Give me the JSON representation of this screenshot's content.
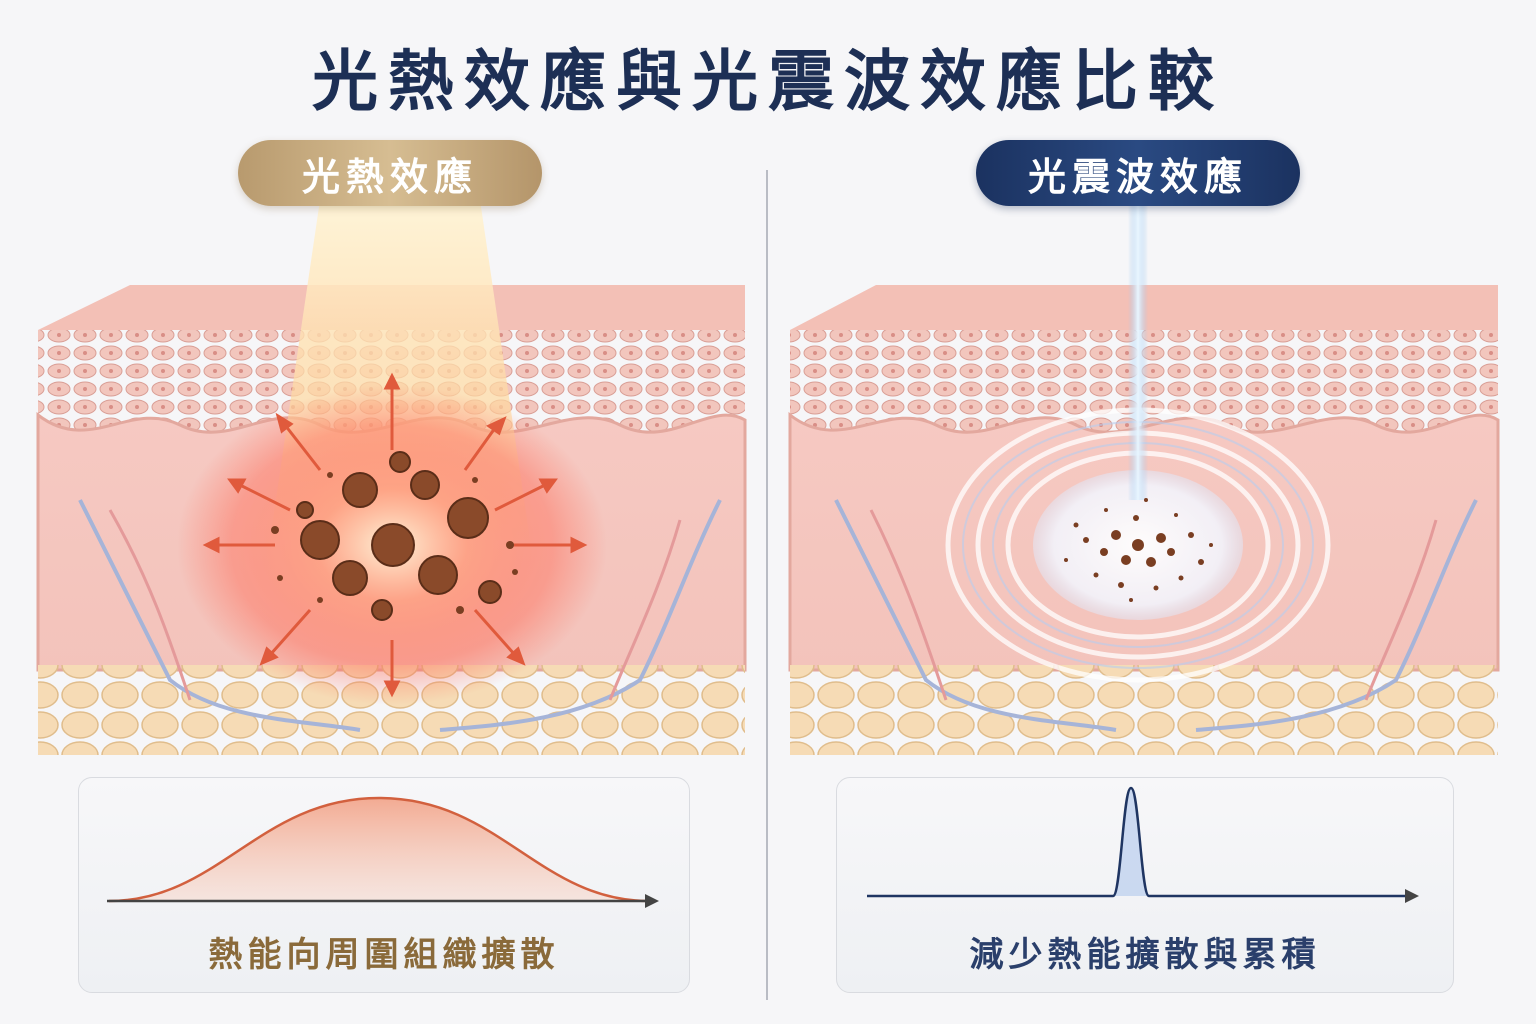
{
  "title": "光熱效應與光震波效應比較",
  "left_panel": {
    "label": "光熱效應",
    "caption": "熱能向周圍組織擴散",
    "accent_color": "#c8aa7c"
  },
  "right_panel": {
    "label": "光震波效應",
    "caption": "減少熱能擴散與累積",
    "accent_color": "#1f3a6e"
  }
}
